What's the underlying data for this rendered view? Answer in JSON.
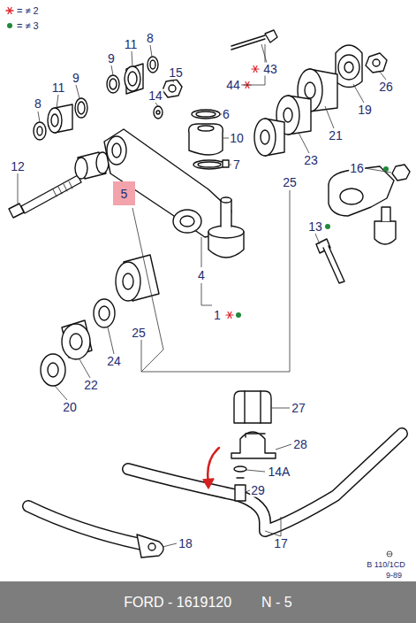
{
  "diagram": {
    "nodes": [
      {
        "text": [
          "5"
        ]
      },
      {
        "text": [
          "FORD - 1619120",
          "N - 5"
        ]
      }
    ],
    "edges": [],
    "labels": [
      "8",
      "11",
      "9",
      "15",
      "43",
      "44",
      "26",
      "11",
      "9",
      "8",
      "14",
      "19",
      "6",
      "10",
      "21",
      "7",
      "23",
      "12",
      "16",
      "25",
      "13",
      "4",
      "1",
      "25",
      "24",
      "22",
      "20",
      "27",
      "28",
      "14A",
      "29",
      "18",
      "17",
      "B 110/1CD",
      "9-89"
    ],
    "legend": [
      {
        "text": "= ≠ 2"
      },
      {
        "text": "= ≠ 3"
      }
    ]
  }
}
